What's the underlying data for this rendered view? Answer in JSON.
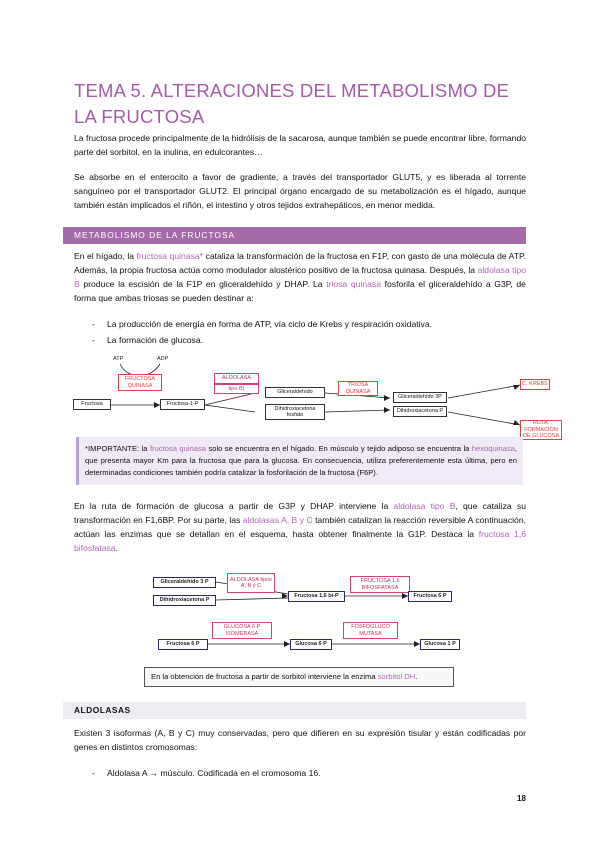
{
  "title": "TEMA 5. ALTERACIONES DEL METABOLISMO DE LA FRUCTOSA",
  "intro": {
    "p1": "La fructosa procede principalmente de la hidrólisis de la sacarosa, aunque también se puede encontrar libre, formando parte del sorbitol, en la inulina, en edulcorantes…",
    "p2": "Se absorbe en el enterocito a favor de gradiente, a través del transportador GLUT5, y es liberada al torrente sanguíneo por el transportador GLUT2. El principal órgano encargado de su metabolización es el hígado, aunque también están implicados el riñón, el intestino y otros tejidos extrahepáticos, en menor medida."
  },
  "section1": {
    "heading": "METABOLISMO DE LA FRUCTOSA",
    "p1_a": "En el hígado, la ",
    "p1_hl1": "fructosa quinasa*",
    "p1_b": " cataliza la transformación de la fructosa en F1P, con gasto de una molécula de ATP. Además, la propia fructosa actúa como modulador alostérico positivo de la fructosa quinasa. Después, la ",
    "p1_hl2": "aldolasa tipo B",
    "p1_c": " produce la escisión de la F1P en gliceraldehído y DHAP. La ",
    "p1_hl3": "triosa quinasa",
    "p1_d": " fosforila el gliceraldehído a G3P, de forma que ambas triosas se pueden destinar a:",
    "bullets": [
      "La producción de energía en forma de ATP, vía ciclo de Krebs y respiración oxidativa.",
      "La formación de glucosa."
    ],
    "diagram1": {
      "atp": "ATP",
      "adp": "ADP",
      "fructosa_quinasa": "FRUCTOSA QUINASA",
      "fructosa": "Fructosa",
      "fructosa_1p": "Fructosa-1-P",
      "aldolasa": "ALDOLASA",
      "tipo_b": "tipo B)",
      "gliceraldehido": "Gliceraldehído",
      "dihidroxiacetona": "Dihidroxiacetona fosfato",
      "triosa_quinasa": "TRIOSA QUINASA",
      "g3p": "Gliceraldehído 3P",
      "dhap": "Dihidroxiacetona P",
      "krebs": "C. KREBS",
      "form_glucosa": "RUTA: FORMACIÓN DE GLUCOSA"
    },
    "note_a": "*IMPORTANTE: la ",
    "note_hl1": "fructosa quinasa",
    "note_b": " solo se encuentra en el hígado. En músculo y tejido adiposo se encuentra la ",
    "note_hl2": "hexoquinasa",
    "note_c": ", que presenta mayor Km para la fructosa que para la glucosa. En consecuencia, utiliza preferentemente esta última, pero en determinadas condiciones también podría catalizar la fosforilación de la fructosa (F6P).",
    "p2_a": "En la ruta de formación de glucosa a partir de G3P y DHAP interviene la ",
    "p2_hl1": "aldolasa tipo B",
    "p2_b": ", que cataliza su transformación en F1,6BP. Por su parte, las ",
    "p2_hl2": "aldolasas A, B y C",
    "p2_c": " también catalizan la reacción reversible A continuación, actúan las enzimas que se detallan en el esquema, hasta obtener finalmente la G1P. Destaca la ",
    "p2_hl3": "fructosa 1,6 bifosfatasa",
    "p2_d": ".",
    "diagram2": {
      "g3p": "Gliceraldehído 3 P",
      "dhap": "Dihidroxiacetona P",
      "aldolasa_abc": "ALDOLASA tipos A, B y C",
      "f16bp": "Fructosa 1,6 bi-P",
      "fbpasa": "FRUCTOSA 1,6 BIFOSFATASA",
      "f6p_1": "Fructosa 6 P",
      "isomerasa": "GLUCOSA 6 P ISOMERASA",
      "f6p_2": "Fructosa 6 P",
      "g6p": "Glucosa 6 P",
      "fosfoglucomutasa": "FOSFOGLUCO MUTASA",
      "g1p": "Glucosa 1 P"
    },
    "note2_a": "En la obtención de fructosa a partir de sorbitol interviene la enzima ",
    "note2_hl": "sorbitol DH",
    "note2_b": "."
  },
  "section2": {
    "heading": "ALDOLASAS",
    "p1": "Existen 3 isoformas (A, B y C) muy conservadas, pero que difieren en su expresión tisular y están codificadas por genes en distintos cromosomas:",
    "bullets": [
      "Aldolasa A → músculo. Codificada en el cromosoma 16."
    ]
  },
  "page_number": "18",
  "colors": {
    "title": "#a45ba6",
    "highlight": "#b065b2",
    "band": "#a56aa8"
  }
}
